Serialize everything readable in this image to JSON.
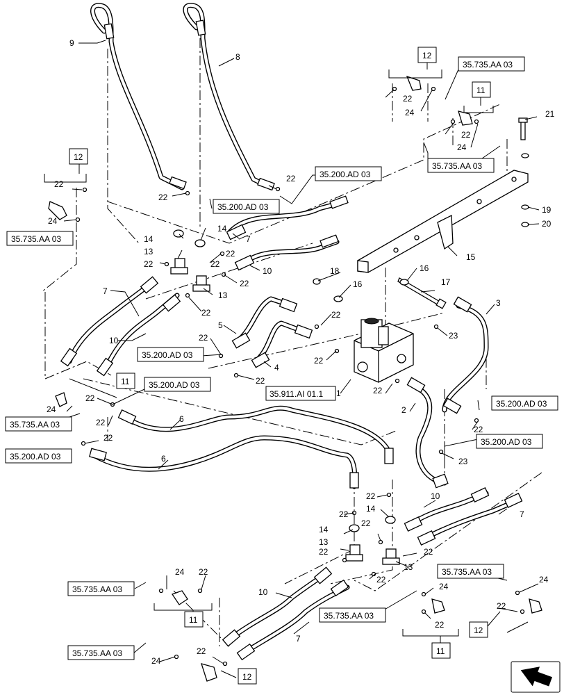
{
  "part_numbers": {
    "p1": "1",
    "p2": "2",
    "p3": "3",
    "p4": "4",
    "p5": "5",
    "p6": "6",
    "p7": "7",
    "p8": "8",
    "p9": "9",
    "p10": "10",
    "p11": "11",
    "p12": "12",
    "p13": "13",
    "p14": "14",
    "p15": "15",
    "p16": "16",
    "p17": "17",
    "p18": "18",
    "p19": "19",
    "p20": "20",
    "p21": "21",
    "p22": "22",
    "p23": "23",
    "p24": "24"
  },
  "references": {
    "r_aa03": "35.735.AA 03",
    "r_ad03": "35.200.AD 03",
    "r_ai01": "35.911.AI 01.1"
  },
  "icons": {
    "nav": "next-page-arrow-icon"
  }
}
